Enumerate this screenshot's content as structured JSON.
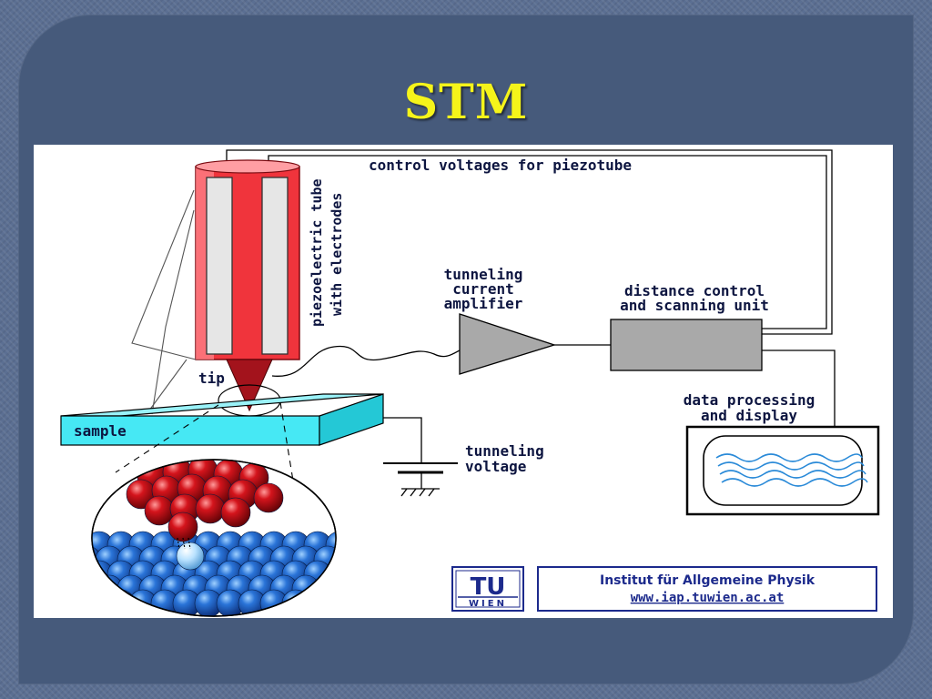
{
  "slide": {
    "title": "STM",
    "colors": {
      "background": "#465a7b",
      "title": "#f5f41a"
    }
  },
  "diagram": {
    "labels": {
      "control_voltages": "control voltages for piezotube",
      "piezo_tube_line1": "piezoelectric tube",
      "piezo_tube_line2": "with electrodes",
      "amplifier_line1": "tunneling",
      "amplifier_line2": "current",
      "amplifier_line3": "amplifier",
      "distance_line1": "distance control",
      "distance_line2": "and scanning unit",
      "data_line1": "data processing",
      "data_line2": "and display",
      "tip": "tip",
      "sample": "sample",
      "voltage_line1": "tunneling",
      "voltage_line2": "voltage"
    },
    "logo": {
      "tu": "TU",
      "wien": "WIEN",
      "institute": "Institut für Allgemeine Physik",
      "url": "www.iap.tuwien.ac.at"
    },
    "colors": {
      "tube": "#f0343c",
      "tip": "#a3131c",
      "sample": "#46e8f4",
      "amplifier": "#a9a9a9",
      "sample_atoms": "#1f5fc4",
      "tip_atoms": "#c8141c",
      "text": "#0d1540",
      "logo": "#1c2a8c"
    }
  }
}
